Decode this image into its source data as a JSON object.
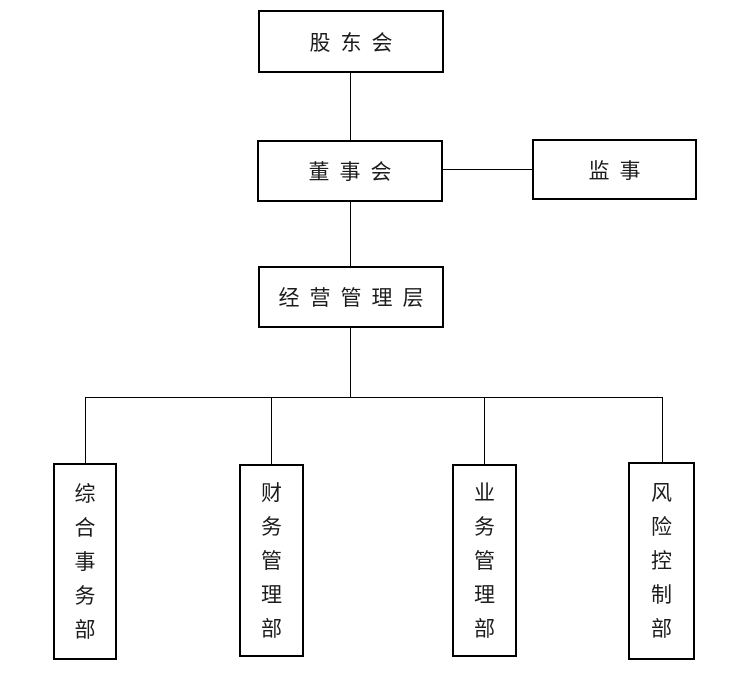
{
  "chart": {
    "type": "org-chart",
    "colors": {
      "background": "#ffffff",
      "border": "#000000",
      "line": "#000000",
      "text": "#1c1c1c"
    },
    "nodes": [
      {
        "id": "shareholders",
        "label": "股东会"
      },
      {
        "id": "board",
        "label": "董事会"
      },
      {
        "id": "supervisor",
        "label": "监事"
      },
      {
        "id": "management",
        "label": "经营管理层"
      },
      {
        "id": "dept-general-affairs",
        "label": "综合事务部",
        "orientation": "vertical"
      },
      {
        "id": "dept-finance-management",
        "label": "财务管理部",
        "orientation": "vertical"
      },
      {
        "id": "dept-business-management",
        "label": "业务管理部",
        "orientation": "vertical"
      },
      {
        "id": "dept-risk-control",
        "label": "风险控制部",
        "orientation": "vertical"
      }
    ],
    "edges": [
      {
        "from": "shareholders",
        "to": "board"
      },
      {
        "from": "board",
        "to": "supervisor"
      },
      {
        "from": "board",
        "to": "management"
      },
      {
        "from": "management",
        "to": "dept-general-affairs"
      },
      {
        "from": "management",
        "to": "dept-finance-management"
      },
      {
        "from": "management",
        "to": "dept-business-management"
      },
      {
        "from": "management",
        "to": "dept-risk-control"
      }
    ]
  }
}
